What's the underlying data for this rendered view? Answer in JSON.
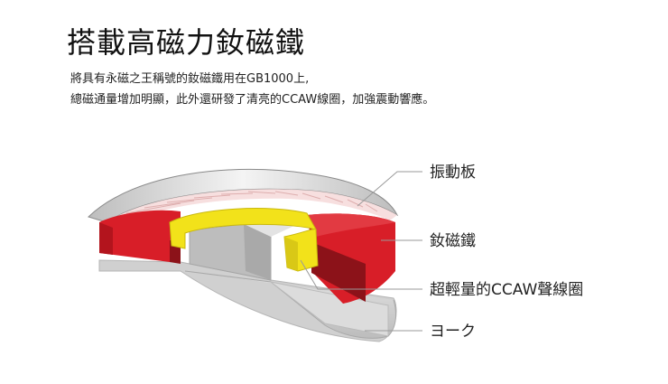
{
  "title": "搭載高磁力釹磁鐵",
  "description": {
    "line1": "將具有永磁之王稱號的釹磁鐵用在GB1000上,",
    "line2": "總磁通量增加明顯，此外還研發了清亮的CCAW線圈，加強震動響應。"
  },
  "callouts": [
    {
      "label": "振動板"
    },
    {
      "label": "釹磁鐵"
    },
    {
      "label": "超輕量的CCAW聲線圈"
    },
    {
      "label": "ヨーク"
    }
  ],
  "colors": {
    "magnet_red": "#d81e28",
    "magnet_dark": "#8c1219",
    "coil_yellow": "#f2e21a",
    "yoke_gray": "#c8c8c8",
    "leader_gray": "#9a9a9a"
  }
}
